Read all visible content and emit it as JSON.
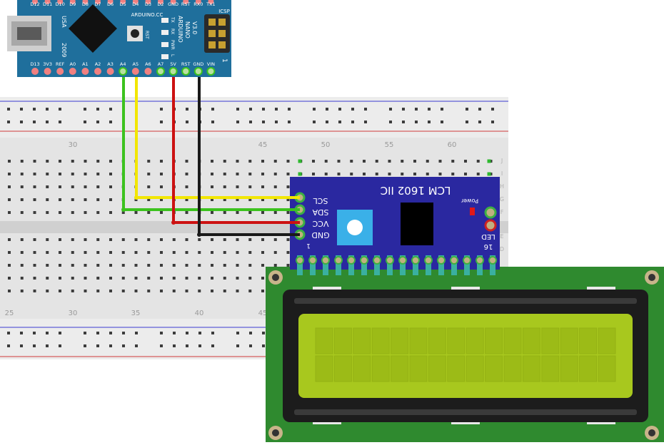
{
  "arduino": {
    "top_pins": [
      "D12",
      "D11",
      "D10",
      "D9",
      "D8",
      "D7",
      "D6",
      "D5",
      "D4",
      "D3",
      "D2",
      "GND",
      "RST",
      "RX0",
      "TX1"
    ],
    "bottom_pins": [
      "D13",
      "3V3",
      "REF",
      "A0",
      "A1",
      "A2",
      "A3",
      "A4",
      "A5",
      "A6",
      "A7",
      "5V",
      "RST",
      "GND",
      "VIN"
    ],
    "usa_label": "USA",
    "year_label": "2009",
    "brand_label": "ARDUINO.CC",
    "rst_label": "RST",
    "name_lines": [
      "ARDUINO",
      "NANO",
      "V3.0"
    ],
    "icsp_label": "ICSP",
    "led_labels": [
      "TX",
      "RX",
      "PWR",
      "L"
    ],
    "pin1_mark": "1"
  },
  "breadboard": {
    "top_numbers": [
      "30",
      "45",
      "50",
      "55",
      "60"
    ],
    "bottom_numbers": [
      "25",
      "30",
      "35",
      "40",
      "45"
    ],
    "row_letters_right": [
      "J",
      "I",
      "H",
      "G",
      "F",
      "E",
      "D"
    ]
  },
  "i2c_module": {
    "title": "LCM 1602 IIC",
    "pins": [
      "SCL",
      "SDA",
      "VCC",
      "GND"
    ],
    "power_label": "Power",
    "led_label": "LED",
    "pin_16": "16",
    "pin_1": "1"
  },
  "wires": [
    {
      "name": "SCL",
      "from": "A5",
      "to": "SCL",
      "color": "#f2e600"
    },
    {
      "name": "SDA",
      "from": "A4",
      "to": "SDA",
      "color": "#3cc21e"
    },
    {
      "name": "VCC",
      "from": "5V",
      "to": "VCC",
      "color": "#cc1111"
    },
    {
      "name": "GND",
      "from": "GND",
      "to": "GND",
      "color": "#1a1a1a"
    }
  ],
  "colors": {
    "arduino_board": "#1f6f9c",
    "i2c_board": "#2a28a0",
    "lcd_pcb": "#2e8b2e",
    "lcd_screen": "#a8c820",
    "breadboard": "#e6e6e6"
  }
}
